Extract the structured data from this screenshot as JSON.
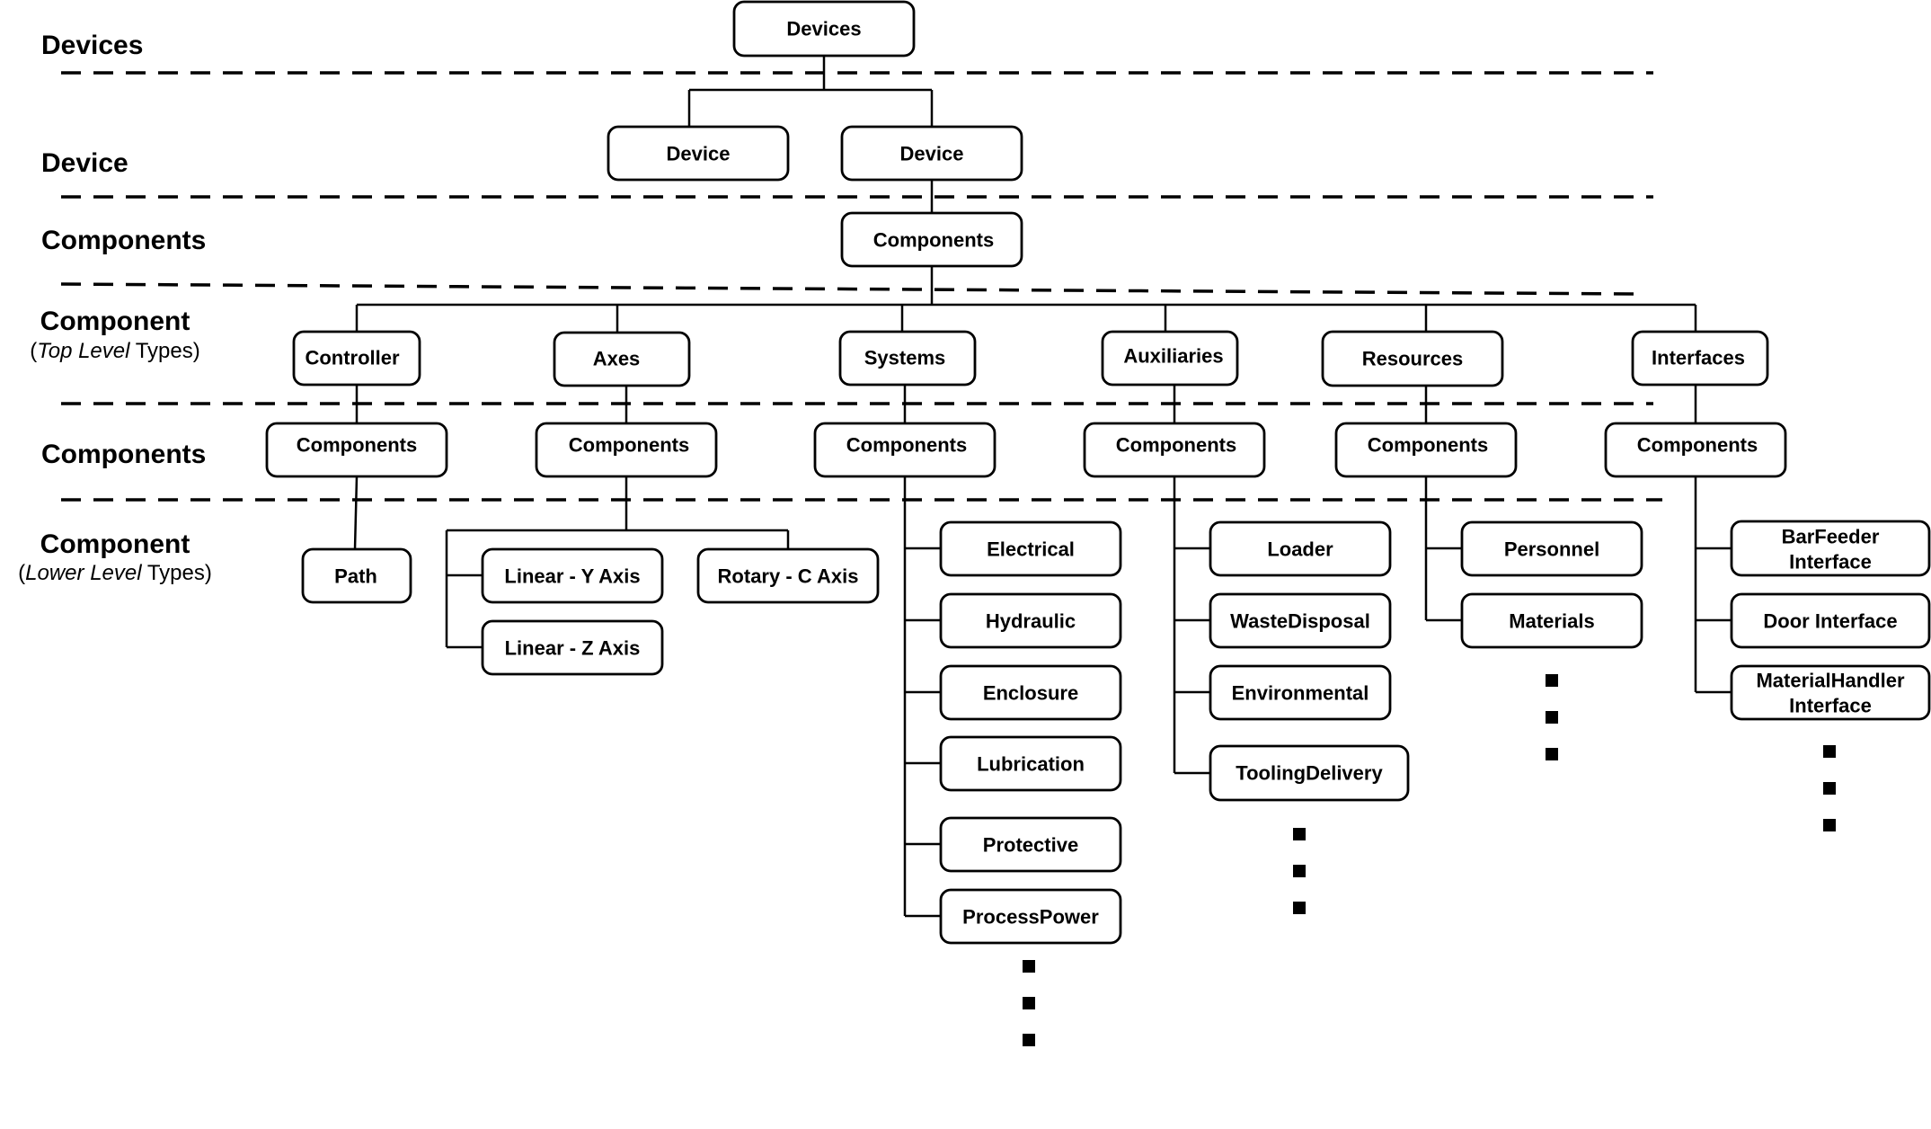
{
  "tiers": [
    {
      "name": "Devices"
    },
    {
      "name": "Device"
    },
    {
      "name": "Components"
    },
    {
      "name": "Component",
      "sub_open": "(",
      "sub_italic": "Top Level",
      "sub_close": " Types)"
    },
    {
      "name": "Components"
    },
    {
      "name": "Component",
      "sub_open": "(",
      "sub_italic": "Lower Level",
      "sub_close": " Types)"
    }
  ],
  "nodes": {
    "devices": "Devices",
    "device_1": "Device",
    "device_2": "Device",
    "components_root": "Components",
    "top_level": [
      "Controller",
      "Axes",
      "Systems",
      "Auxiliaries",
      "Resources",
      "Interfaces"
    ],
    "components_mid": [
      "Components",
      "Components",
      "Components",
      "Components",
      "Components",
      "Components"
    ],
    "controller_children": [
      "Path"
    ],
    "axes_children": [
      "Linear - Y Axis",
      "Linear - Z Axis",
      "Rotary - C Axis"
    ],
    "systems_children": [
      "Electrical",
      "Hydraulic",
      "Enclosure",
      "Lubrication",
      "Protective",
      "ProcessPower"
    ],
    "auxiliaries_children": [
      "Loader",
      "WasteDisposal",
      "Environmental",
      "ToolingDelivery"
    ],
    "resources_children": [
      "Personnel",
      "Materials"
    ],
    "interfaces_children": [
      [
        "BarFeeder",
        "Interface"
      ],
      [
        "Door Interface"
      ],
      [
        "MaterialHandler",
        "Interface"
      ]
    ]
  }
}
